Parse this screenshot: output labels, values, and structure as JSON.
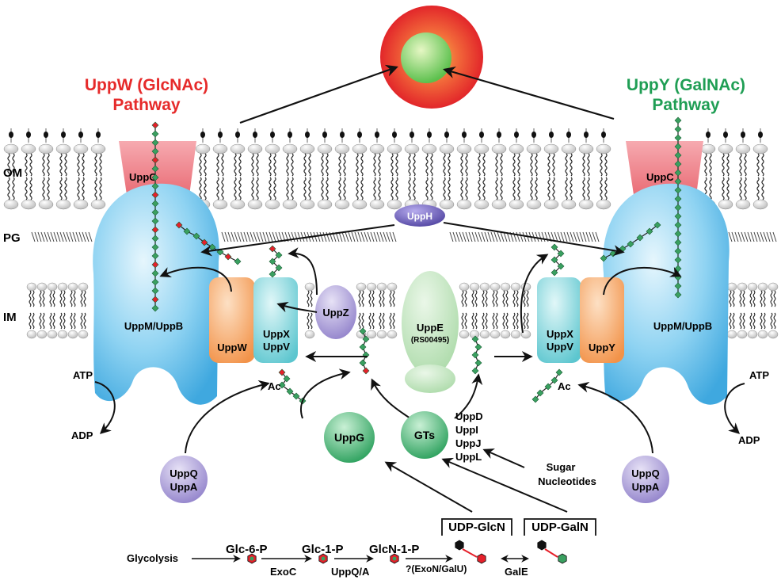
{
  "titles": {
    "left": [
      "UppW (GlcNAc)",
      "Pathway"
    ],
    "right": [
      "UppY (GalNAc)",
      "Pathway"
    ]
  },
  "layers": {
    "om": "OM",
    "pg": "PG",
    "im": "IM"
  },
  "proteins": {
    "uppc_left": "UppC",
    "uppc_right": "UppC",
    "uppmb_left": "UppM/UppB",
    "uppmb_right": "UppM/UppB",
    "uppw": "UppW",
    "uppy": "UppY",
    "uppxv_left": [
      "UppX",
      "UppV"
    ],
    "uppxv_right": [
      "UppX",
      "UppV"
    ],
    "uppz": "UppZ",
    "uppe": [
      "UppE",
      "(RS00495)"
    ],
    "upph": "UppH",
    "uppg": "UppG",
    "gts": "GTs",
    "gts_list": [
      "UppD",
      "UppI",
      "UppJ",
      "UppL"
    ],
    "uppqa_left": [
      "UppQ",
      "UppA"
    ],
    "uppqa_right": [
      "UppQ",
      "UppA"
    ]
  },
  "energy": {
    "atp_left": "ATP",
    "adp_left": "ADP",
    "atp_right": "ATP",
    "adp_right": "ADP"
  },
  "acetyl": {
    "left": "Ac",
    "right": "Ac"
  },
  "sugar_nucleotides": [
    "Sugar",
    "Nucleotides"
  ],
  "biosynthesis": {
    "start": "Glycolysis",
    "metabolites": [
      "Glc-6-P",
      "Glc-1-P",
      "GlcN-1-P",
      "UDP-GlcN",
      "UDP-GalN"
    ],
    "enzymes": [
      "ExoC",
      "UppQ/A",
      "?(ExoN/GalU)",
      "GalE"
    ]
  },
  "colors": {
    "red_title": "#e62a2a",
    "green_title": "#1f9e54",
    "membrane_blue": "#6ec5ec",
    "pore_red": "#e8444e",
    "orange": "#f5a463",
    "teal": "#77d0d6",
    "purple": "#9d90cf",
    "green_protein": "#3db36b",
    "pale_green": "#bfe3bd",
    "sugar_green": "#3aa060",
    "sugar_red": "#e5202a"
  }
}
